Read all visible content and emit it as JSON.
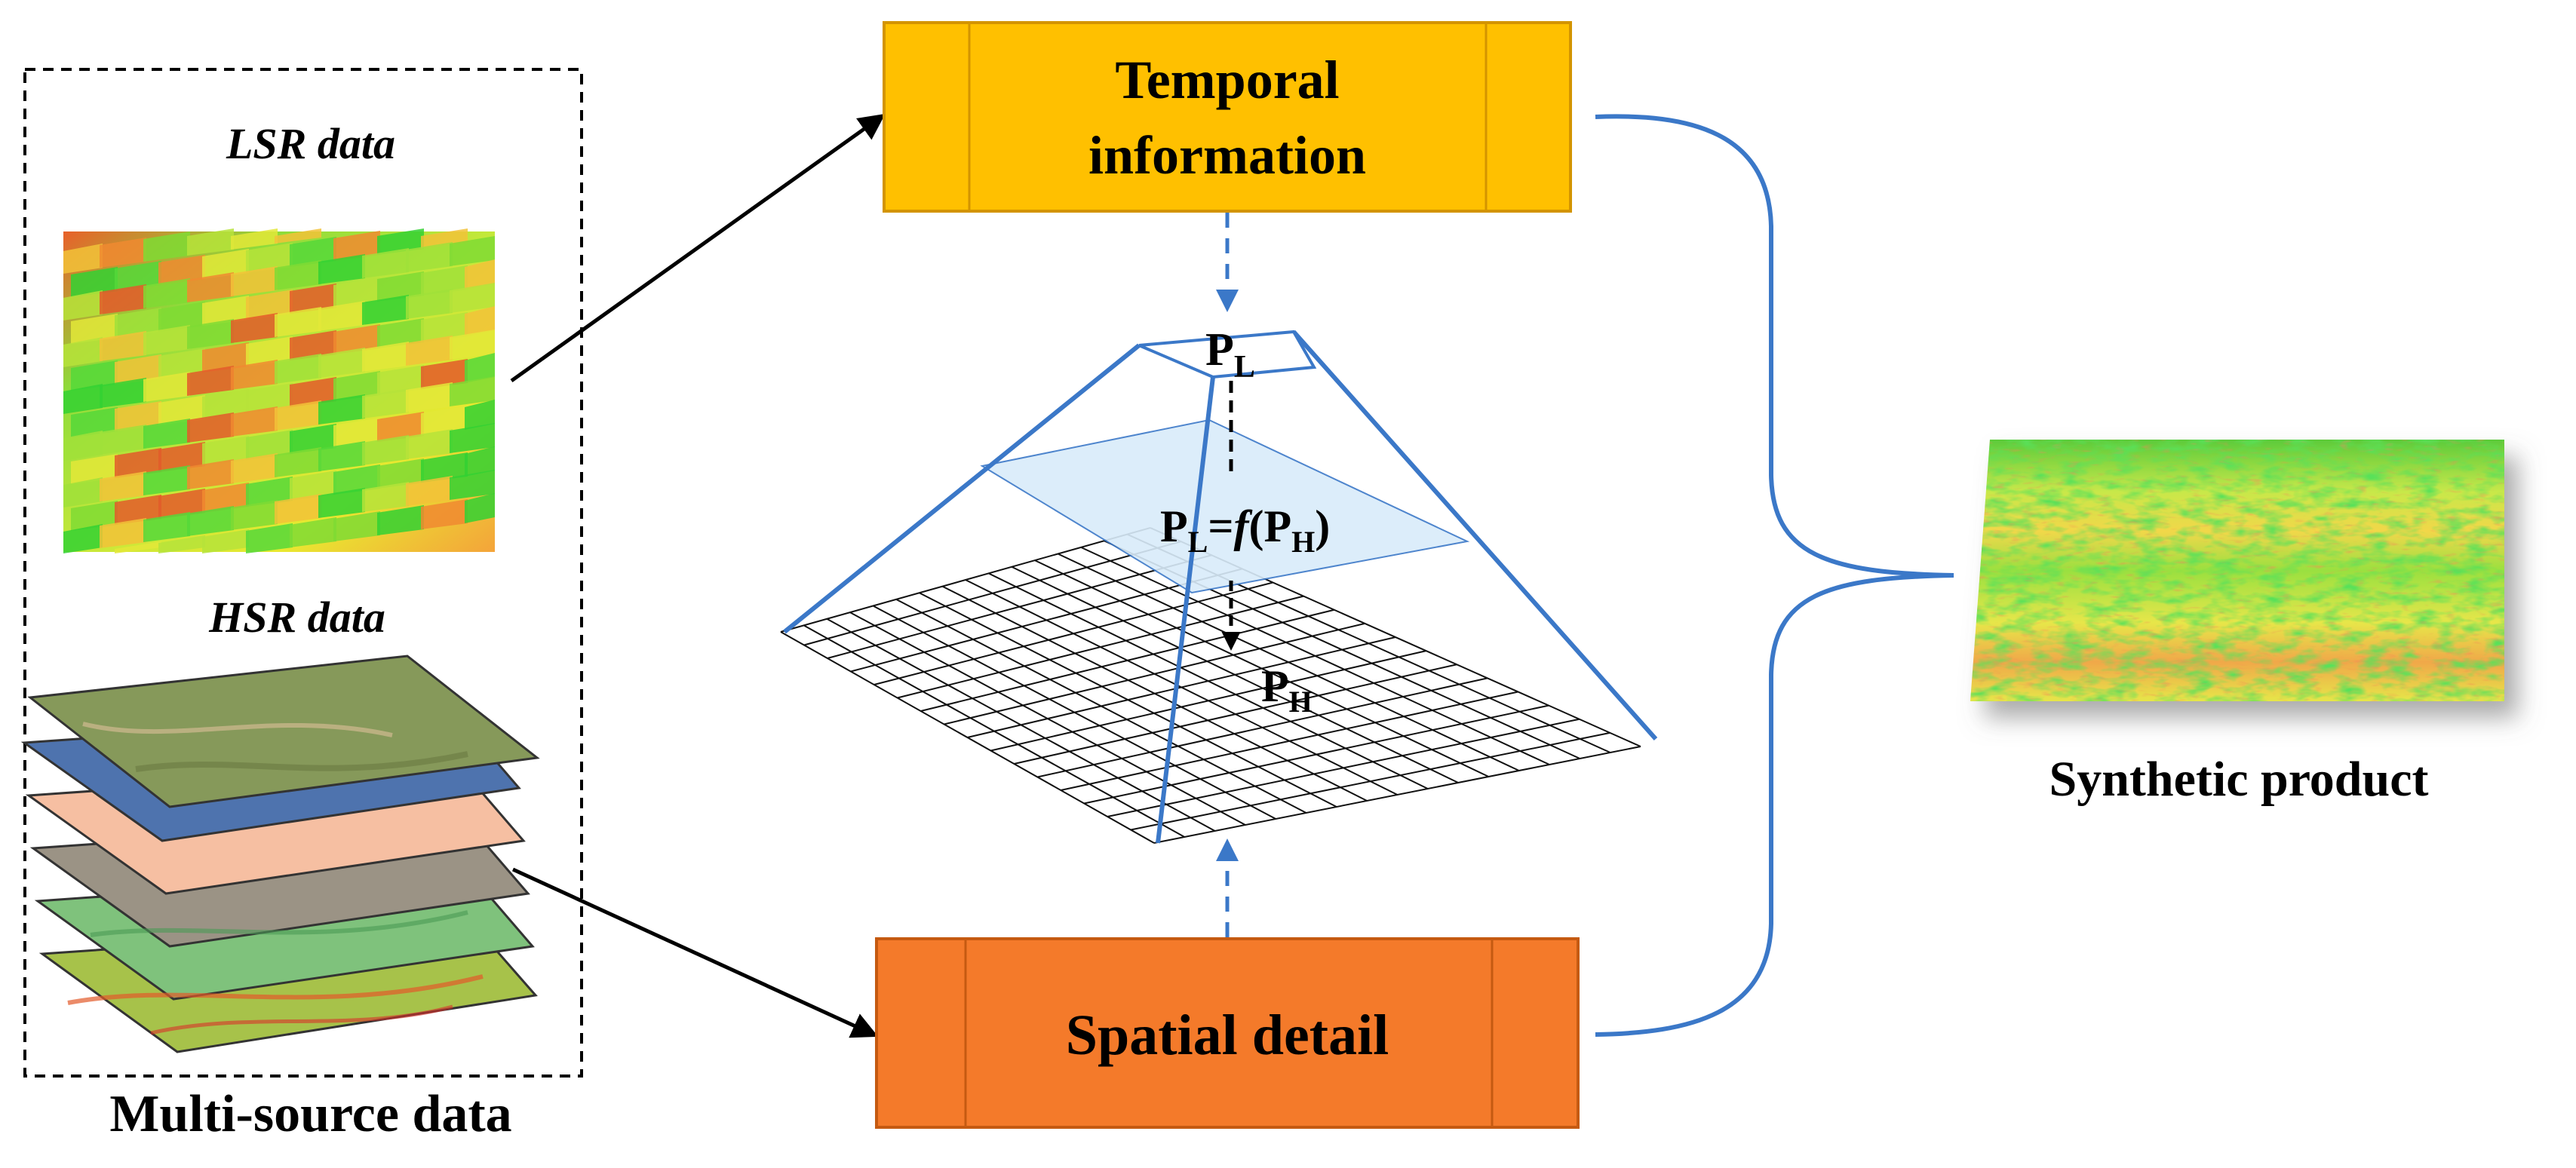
{
  "multi_source": {
    "title": "Multi-source data",
    "lsr_label": "LSR data",
    "hsr_label": "HSR data"
  },
  "boxes": {
    "temporal_line1": "Temporal",
    "temporal_line2": "information",
    "spatial": "Spatial detail"
  },
  "pyramid": {
    "top": {
      "base": "P",
      "sub": "L"
    },
    "function": {
      "a": "P",
      "a_sub": "L",
      "mid": "=",
      "f": "f",
      "open": "(",
      "b": "P",
      "b_sub": "H",
      "close": ")"
    },
    "bottom": {
      "base": "P",
      "sub": "H"
    }
  },
  "product": {
    "label": "Synthetic product"
  },
  "colors": {
    "temporal_fill": "#FFC000",
    "temporal_stroke": "#D39400",
    "spatial_fill": "#F47A2A",
    "spatial_stroke": "#C55A11",
    "pyramid_line": "#3B78C8",
    "mid_plane": "#D9ECFA",
    "arrow_dash": "#3B78C8"
  }
}
